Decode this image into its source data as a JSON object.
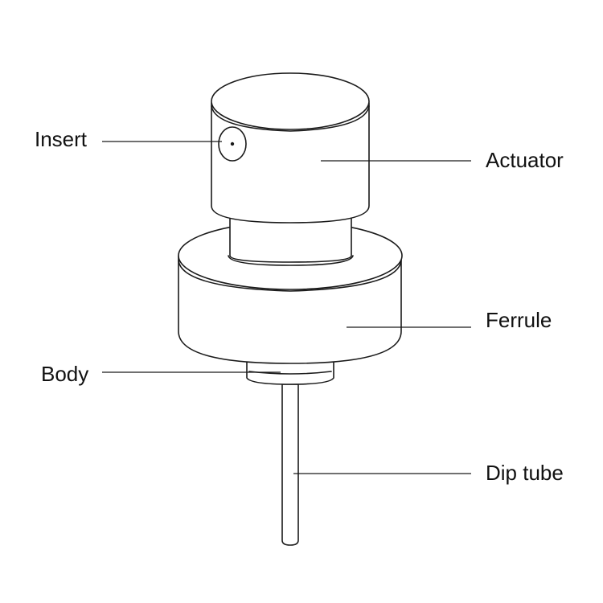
{
  "labels": {
    "insert": "Insert",
    "actuator": "Actuator",
    "ferrule": "Ferrule",
    "body": "Body",
    "dip_tube": "Dip tube"
  },
  "colors": {
    "stroke": "#1a1a1a",
    "background": "#ffffff",
    "text": "#111111"
  }
}
